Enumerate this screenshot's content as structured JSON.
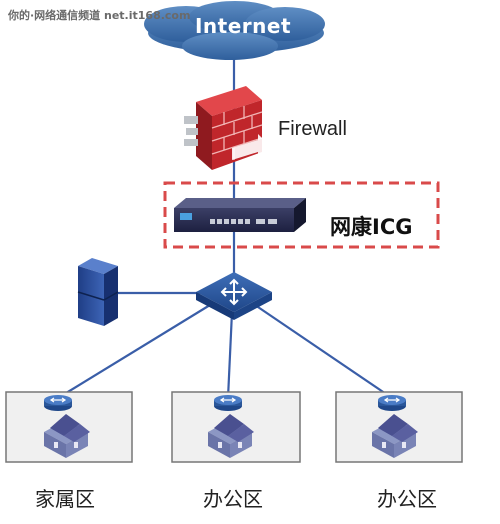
{
  "watermark": "你的·网络通信频道 net.it168.com",
  "internet": {
    "label": "Internet"
  },
  "firewall": {
    "label": "Firewall"
  },
  "gateway": {
    "label": "网康ICG"
  },
  "zones": [
    {
      "label": "家属区"
    },
    {
      "label": "办公区"
    },
    {
      "label": "办公区"
    }
  ],
  "colors": {
    "link": "#3a5ea8",
    "cloud": "#3a6aa6",
    "firewall": "#c0262b",
    "highlight_box": "#d94a4a",
    "switch": "#2a5699",
    "zone_border": "#777777",
    "zone_fill": "#f0f0f0"
  },
  "icons": [
    "cloud-icon",
    "firewall-icon",
    "icg-device-icon",
    "server-icon",
    "switch-icon",
    "router-icon",
    "house-icon"
  ]
}
